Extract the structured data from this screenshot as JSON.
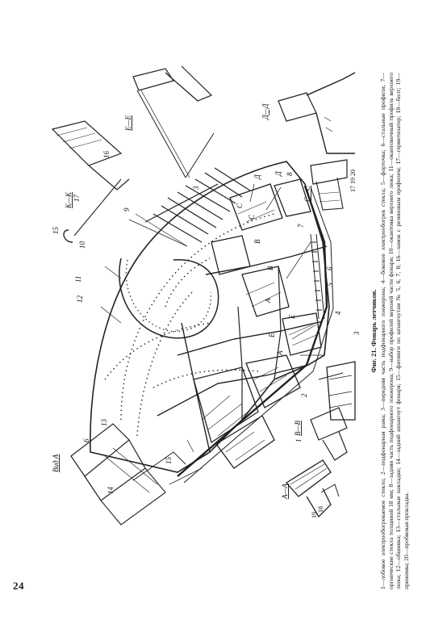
{
  "page": {
    "number": "24"
  },
  "caption": {
    "title": "Фиг. 21. Фонарь летчиков.",
    "text": "1—лобовое электрообогреваемое стекло; 2—подфонарная рама; 3—передняя часть подфонарного лонжерона; 4—боковое электрообогрев стекла; 5—форточка; 6—стальные профили; 7—оргнические стекла толщиной 18 мм; 8—задняя часть подфонарного лонжерона; 9—набор профилей верхней части фонаря; 10—окантовка верхнего люка; 11—окантовочный профиль верхнего люка; 12—обшивка; 13—стальные накладки; 14—задний шпангоут фонаря; 15—фитинги по шпангоутам № 5, 6, 7, 8; 16—замок с резиновым профилем; 17—герметизатор; 18—болт; 19—прижимы; 20—пробковая прокладка."
  },
  "labels": {
    "view_a": "Вид А",
    "section_aa": "А—А",
    "section_bb": "В—В",
    "section_cc": "С—С",
    "section_dd": "Д—Д",
    "section_ee": "Е—Е",
    "section_kk": "К—К",
    "n1": "1",
    "n2": "2",
    "n3": "3",
    "n3b": "3",
    "n4": "4",
    "n5": "5",
    "n6": "6",
    "n7": "7",
    "n8": "8",
    "n9": "9",
    "n10": "10",
    "n11": "11",
    "n12": "12",
    "n15": "15",
    "n16": "16",
    "n17": "17",
    "n14": "14",
    "n6b": "6",
    "n13": "13",
    "n15b": "15",
    "n19": "19",
    "n18": "18",
    "n171920": "17 19 20",
    "sA": "А",
    "sA2": "А",
    "sB": "В",
    "sB2": "В",
    "sC": "С",
    "sC2": "С",
    "sD": "Д",
    "sD2": "Д",
    "sE": "Е",
    "sE2": "Е"
  }
}
